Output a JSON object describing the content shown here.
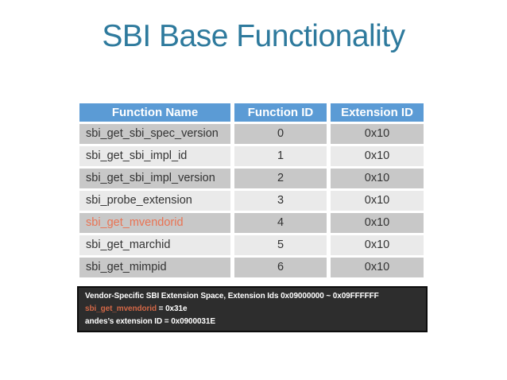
{
  "slide": {
    "title": "SBI Base Functionality"
  },
  "table": {
    "headers": [
      "Function Name",
      "Function ID",
      "Extension ID"
    ],
    "rows": [
      {
        "name": "sbi_get_sbi_spec_version",
        "function_id": "0",
        "extension_id": "0x10",
        "highlight": false
      },
      {
        "name": "sbi_get_sbi_impl_id",
        "function_id": "1",
        "extension_id": "0x10",
        "highlight": false
      },
      {
        "name": "sbi_get_sbi_impl_version",
        "function_id": "2",
        "extension_id": "0x10",
        "highlight": false
      },
      {
        "name": "sbi_probe_extension",
        "function_id": "3",
        "extension_id": "0x10",
        "highlight": false
      },
      {
        "name": "sbi_get_mvendorid",
        "function_id": "4",
        "extension_id": "0x10",
        "highlight": true
      },
      {
        "name": "sbi_get_marchid",
        "function_id": "5",
        "extension_id": "0x10",
        "highlight": false
      },
      {
        "name": "sbi_get_mimpid",
        "function_id": "6",
        "extension_id": "0x10",
        "highlight": false
      }
    ]
  },
  "note_box": {
    "line1": "Vendor-Specific SBI Extension Space, Extension Ids 0x09000000 ~ 0x09FFFFFF",
    "line2_highlight": "sbi_get_mvendorid",
    "line2_rest": " = 0x31e",
    "line3": "andes’s extension ID = 0x0900031E"
  },
  "colors": {
    "title": "#2E7A9D",
    "header_bg": "#5B9BD5",
    "row_dark": "#C8C8C8",
    "row_light": "#EAEAEA",
    "highlight": "#E97353",
    "note_bg": "#2D2D2D",
    "note_highlight": "#D26746"
  }
}
